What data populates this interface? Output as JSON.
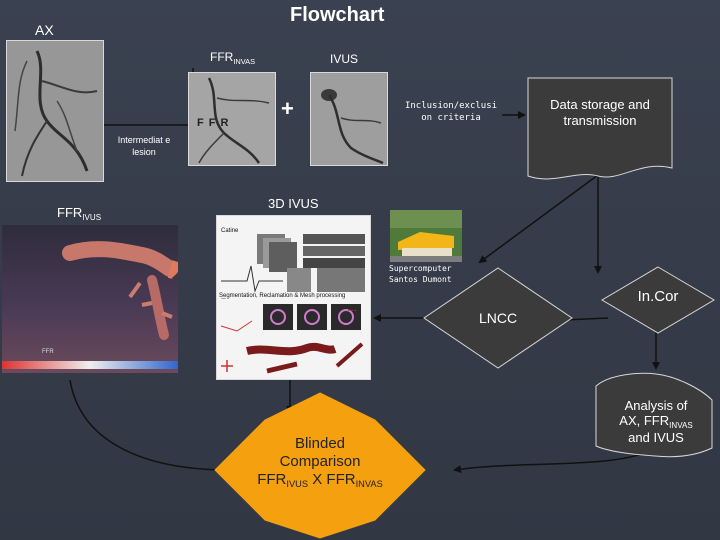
{
  "title": "Flowchart",
  "labels": {
    "ax": "AX",
    "ffr_invas_base": "FFR",
    "ffr_invas_sub": "INVAS",
    "ivus": "IVUS",
    "plus": "+",
    "intermediate_lesion": "Intermediat e lesion",
    "ffr_ivus_base": "FFR",
    "ffr_ivus_sub": "IVUS",
    "inclusion_criteria": "Inclusion/exclusi on criteria",
    "data_storage": "Data storage and transmission",
    "ivus_3d": "3D IVUS",
    "supercomputer": "Supercomputer Santos Dumont",
    "lncc": "LNCC",
    "incor": "In.Cor",
    "analysis_line1": "Analysis of",
    "analysis_line2_base": "AX, FFR",
    "analysis_line2_sub": "INVAS",
    "analysis_line3": "and IVUS",
    "blinded_line1": "Blinded",
    "blinded_line2": "Comparison",
    "blinded_ffr1": "FFR",
    "blinded_sub1": "IVUS",
    "blinded_x": " X FFR",
    "blinded_sub2": "INVAS",
    "angio_ffr_text": "F F R",
    "panel_catine": "Catine",
    "panel_segmentation": "Segmentation, Reclamation & Mesh processing",
    "ellipsis": "...",
    "scale_label": "FFR"
  },
  "colors": {
    "background": "#353b48",
    "shape_fill": "#3b3b3b",
    "blinded_fill": "#f5a00f",
    "arrow": "#111111",
    "text": "#ffffff"
  }
}
